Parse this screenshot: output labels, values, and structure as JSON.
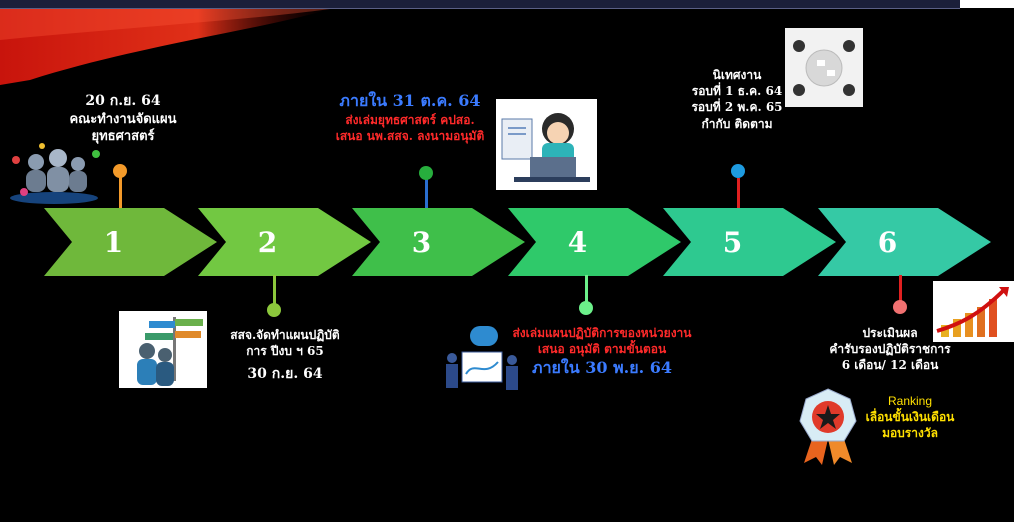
{
  "steps": [
    {
      "number": "1",
      "color": "#6fb83b",
      "dot": "#f39a2a"
    },
    {
      "number": "2",
      "color": "#72c842",
      "dot": "#8cc83c"
    },
    {
      "number": "3",
      "color": "#3fbf4a",
      "dot": "#27ae3d"
    },
    {
      "number": "4",
      "color": "#2fc96a",
      "dot": "#6cf08a"
    },
    {
      "number": "5",
      "color": "#2ec990",
      "dot": "#1e9be0"
    },
    {
      "number": "6",
      "color": "#35c9a5",
      "dot": "#f07070"
    }
  ],
  "step1": {
    "date": "20 ก.ย. 64",
    "line1": "คณะทำงานจัดแผน",
    "line2": "ยุทธศาสตร์"
  },
  "step2": {
    "line1": "สสจ.จัดทำแผนปฏิบัติ",
    "line2": "การ ปีงบ ฯ 65",
    "date": "30 ก.ย. 64"
  },
  "step3": {
    "date": "ภายใน  31 ต.ค. 64",
    "line1": "ส่งเล่มยุทธศาสตร์ คปสอ.",
    "line2": "เสนอ นพ.สสจ. ลงนามอนุมัติ"
  },
  "step4": {
    "line1": "ส่งเล่มแผนปฏิบัติการของหน่วยงาน",
    "line2": "เสนอ อนุมัติ ตามขั้นตอน",
    "date": "ภายใน  30  พ.ย. 64"
  },
  "step5": {
    "line1": "นิเทศงาน",
    "line2": "รอบที่ 1 ธ.ค. 64",
    "line3": "รอบที่ 2  พ.ค. 65",
    "line4": "กำกับ ติดตาม"
  },
  "step6": {
    "line1": "ประเมินผล",
    "line2": "คำรับรองปฏิบัติราชการ",
    "line3": "6  เดือน/ 12 เดือน",
    "ranking": "Ranking",
    "line4": "เลื่อนขั้นเงินเดือน",
    "line5": "มอบรางวัล"
  }
}
